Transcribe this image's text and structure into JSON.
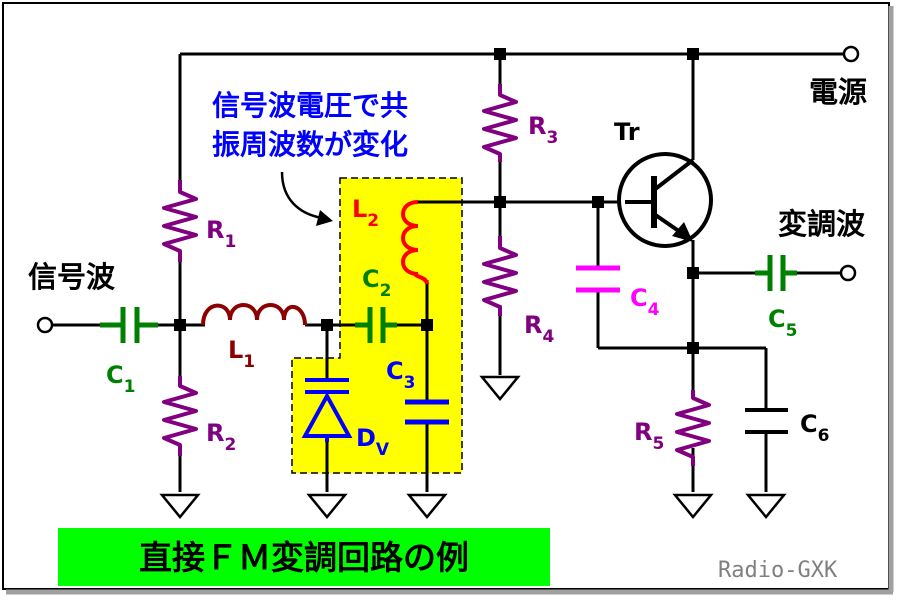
{
  "labels": {
    "power": "電源",
    "modulated_wave": "変調波",
    "signal_wave": "信号波",
    "annotation_line1": "信号波電圧で共",
    "annotation_line2": "振周波数が変化",
    "title": "直接ＦＭ変調回路の例",
    "watermark": "Radio-GXK"
  },
  "components": {
    "r1": {
      "letter": "R",
      "sub": "1"
    },
    "r2": {
      "letter": "R",
      "sub": "2"
    },
    "r3": {
      "letter": "R",
      "sub": "3"
    },
    "r4": {
      "letter": "R",
      "sub": "4"
    },
    "r5": {
      "letter": "R",
      "sub": "5"
    },
    "c1": {
      "letter": "C",
      "sub": "1"
    },
    "c2": {
      "letter": "C",
      "sub": "2"
    },
    "c3": {
      "letter": "C",
      "sub": "3"
    },
    "c4": {
      "letter": "C",
      "sub": "4"
    },
    "c5": {
      "letter": "C",
      "sub": "5"
    },
    "c6": {
      "letter": "C",
      "sub": "6"
    },
    "l1": {
      "letter": "L",
      "sub": "1"
    },
    "l2": {
      "letter": "L",
      "sub": "2"
    },
    "dv": {
      "letter": "D",
      "sub": "V"
    },
    "tr": {
      "letter": "Tr"
    }
  },
  "colors": {
    "wire": "#000000",
    "resistor": "#800080",
    "coupling_capacitor": "#008000",
    "inductor_l1": "#8b0000",
    "resonant_inductor": "#ff0000",
    "resonant_parts": "#0000ff",
    "capacitor_c4": "#ff00ff",
    "highlight": "#ffff00",
    "title_bg": "#00ff00",
    "annotation": "#0000ff",
    "watermark": "#808080"
  }
}
